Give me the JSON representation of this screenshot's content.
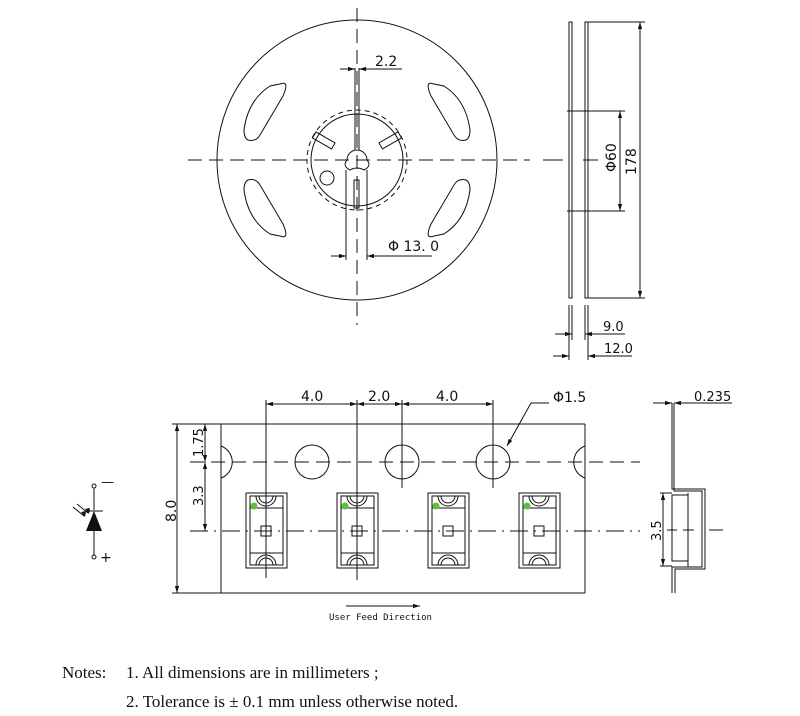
{
  "reel_front": {
    "dim_slot_width": "2.2",
    "dim_hub_diameter": "Φ 13. 0"
  },
  "reel_side": {
    "dim_hub": "Φ60",
    "dim_reel_diameter": "178",
    "dim_inner_width": "9.0",
    "dim_outer_width": "12.0"
  },
  "tape": {
    "dim_pitch_1": "4.0",
    "dim_pitch_2": "2.0",
    "dim_pitch_3": "4.0",
    "dim_hole_diameter": "Φ1.5",
    "dim_tape_width": "8.0",
    "dim_edge_to_hole": "1.75",
    "dim_hole_to_center": "3.3",
    "feed_direction_label": "User Feed Direction",
    "polarity_mark_color": "#5ac23a"
  },
  "tape_side": {
    "dim_thickness": "0.235",
    "dim_pocket_depth": "3.5"
  },
  "symbol": {
    "minus_label": "—",
    "plus_label": "+"
  },
  "notes": {
    "label": "Notes:",
    "items": [
      "1. All dimensions are in millimeters ;",
      "2. Tolerance is ± 0.1 mm unless otherwise noted."
    ]
  }
}
